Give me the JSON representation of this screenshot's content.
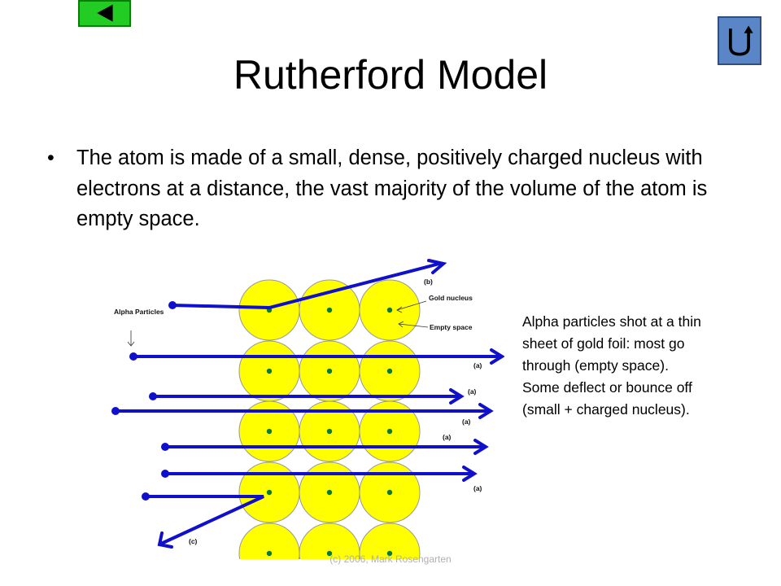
{
  "nav": {
    "back_icon": "left-triangle-icon",
    "home_icon": "u-turn-arrow-icon",
    "colors": {
      "back": "#22cc22",
      "home": "#5a86c8"
    }
  },
  "slide": {
    "title": "Rutherford Model",
    "bullet": "The atom is made of a small, dense, positively charged nucleus with electrons at a distance, the vast majority of the volume of the atom is empty space.",
    "side_note": "Alpha particles shot at a thin sheet of gold foil:  most go through (empty space).  Some deflect or bounce off (small + charged nucleus).",
    "footer": "(c) 2006, Mark Rosengarten"
  },
  "diagram": {
    "labels": {
      "alpha": "Alpha Particles",
      "b": "(b)",
      "gold_nucleus": "Gold nucleus",
      "empty_space": "Empty space",
      "a": "(a)",
      "c": "(c)"
    },
    "colors": {
      "atom": "#ffff00",
      "nucleus": "#0a7a3a",
      "beam": "#1010cc"
    }
  }
}
